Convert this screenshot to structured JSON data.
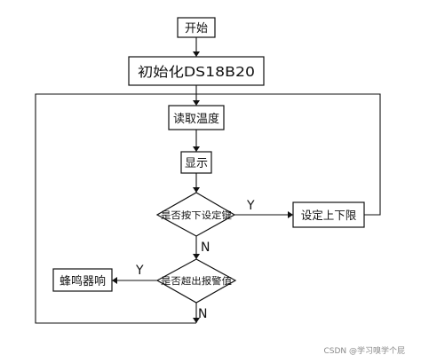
{
  "diagram": {
    "nodes": {
      "start": "开始",
      "init": "初始化DS18B20",
      "read_temp": "读取温度",
      "display": "显示",
      "decision_key": "是否按下设定键",
      "set_limits": "设定上下限",
      "decision_alarm": "是否超出报警值",
      "buzzer": "蜂鸣器响"
    },
    "edge_labels": {
      "key_yes": "Y",
      "key_no": "N",
      "alarm_yes": "Y",
      "alarm_no": "N"
    }
  },
  "watermark": "CSDN @学习嗅学个屁"
}
